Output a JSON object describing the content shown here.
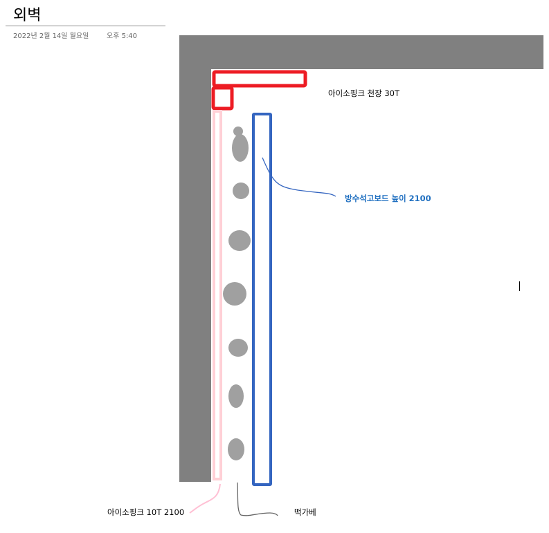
{
  "page": {
    "title": "외벽",
    "date": "2022년 2월 14일 월요일",
    "time": "오후 5:40"
  },
  "drawing": {
    "labels": {
      "ceiling": "아이소핑크 천장 30T",
      "board": "방수석고보드 높이 2100",
      "insulation": "아이소핑크 10T 2100",
      "spacer": "떡가베"
    },
    "colors": {
      "wall": "#808080",
      "ceiling_insulation": "#ed1c24",
      "wall_insulation": "#ffd0d6",
      "board": "#3465c0",
      "board_label": "#1f6fc0",
      "adhesive": "#a0a0a0"
    }
  }
}
